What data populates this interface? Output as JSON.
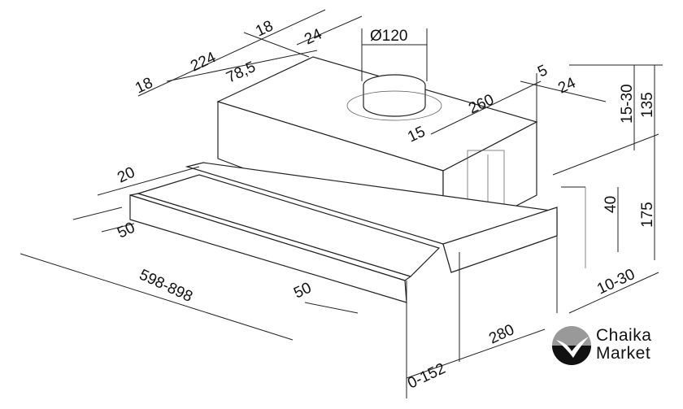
{
  "diagram": {
    "dimensions": {
      "d_18_left": "18",
      "d_224": "224",
      "d_18_top": "18",
      "d_78_5": "78,5",
      "d_24_top": "24",
      "d_diameter": "Ø120",
      "d_260": "260",
      "d_15": "15",
      "d_5": "5",
      "d_24_right": "24",
      "d_15_30": "15-30",
      "d_135": "135",
      "d_175": "175",
      "d_40": "40",
      "d_10_30": "10-30",
      "d_20": "20",
      "d_50_left": "50",
      "d_598_898": "598-898",
      "d_50_front": "50",
      "d_280": "280",
      "d_0_152": "0-152"
    }
  },
  "logo": {
    "line1": "Chaika",
    "line2": "Market"
  }
}
